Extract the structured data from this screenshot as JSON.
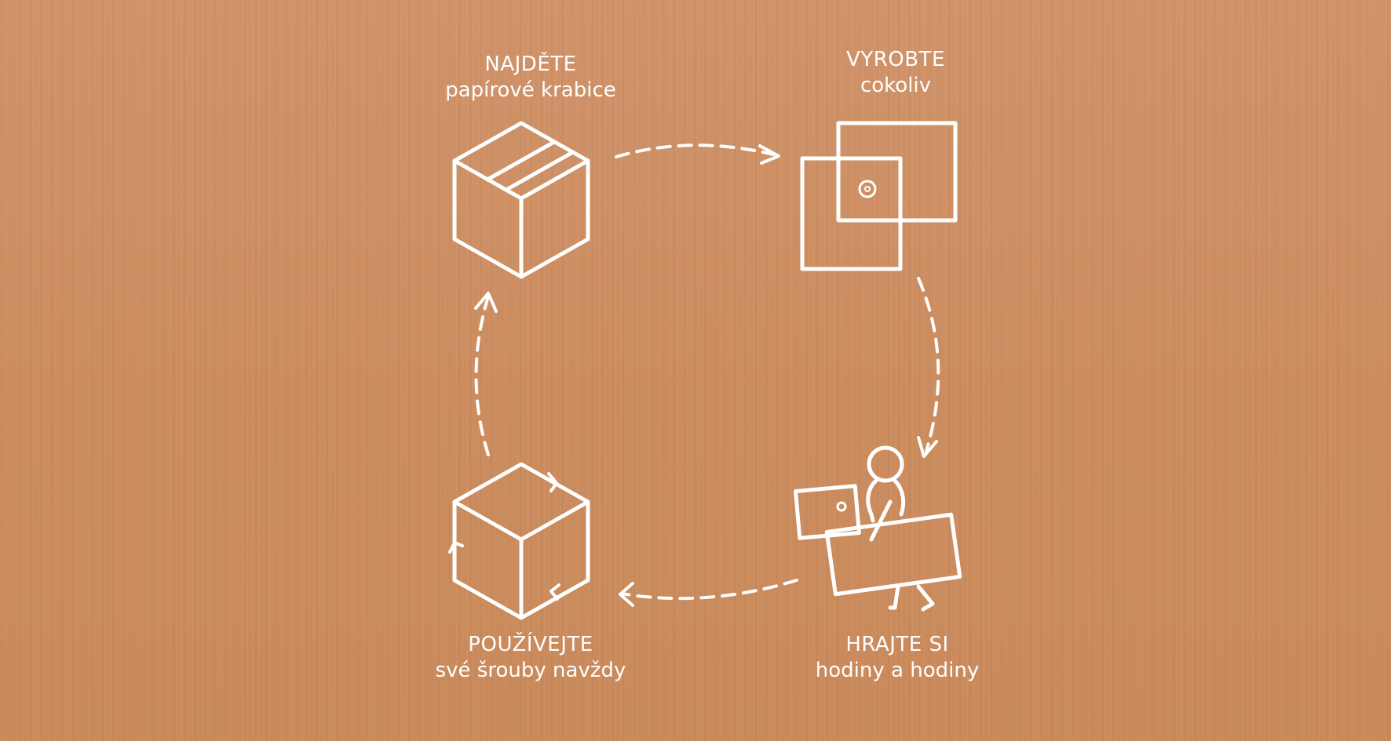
{
  "steps": {
    "find": {
      "title": "NAJDĚTE",
      "subtitle": "papírové krabice",
      "icon": "cardboard-box-icon"
    },
    "make": {
      "title": "VYROBTE",
      "subtitle": "cokoliv",
      "icon": "cut-cardboard-panels-icon"
    },
    "play": {
      "title": "HRAJTE SI",
      "subtitle": "hodiny a hodiny",
      "icon": "person-playing-with-boxes-icon"
    },
    "use": {
      "title": "POUŽÍVEJTE",
      "subtitle": "své šrouby navždy",
      "icon": "recycle-box-icon"
    }
  },
  "colors": {
    "background": "#cd8f61",
    "stroke": "#ffffff"
  }
}
